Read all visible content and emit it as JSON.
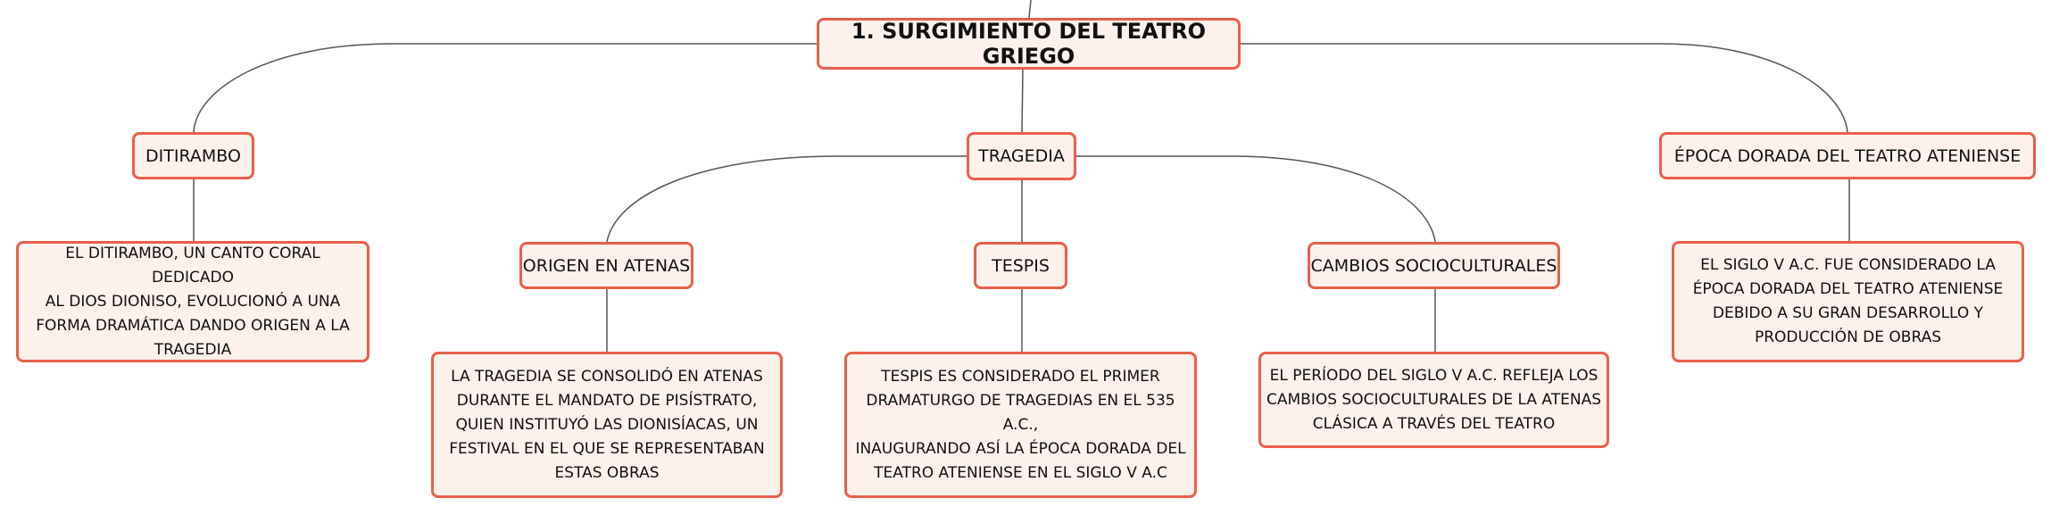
{
  "root": {
    "label": "1. SURGIMIENTO DEL TEATRO GRIEGO"
  },
  "topics": {
    "ditirambo": {
      "label": "DITIRAMBO",
      "description": "EL DITIRAMBO, UN CANTO CORAL DEDICADO\nAL DIOS DIONISO, EVOLUCIONÓ A UNA\nFORMA DRAMÁTICA DANDO ORIGEN A LA\nTRAGEDIA"
    },
    "tragedia": {
      "label": "TRAGEDIA",
      "subtopics": [
        {
          "label": "ORIGEN EN ATENAS",
          "description": "LA TRAGEDIA SE CONSOLIDÓ EN ATENAS\nDURANTE EL MANDATO DE PISÍSTRATO,\nQUIEN INSTITUYÓ LAS DIONISÍACAS, UN\nFESTIVAL EN EL QUE SE REPRESENTABAN\nESTAS OBRAS"
        },
        {
          "label": "TESPIS",
          "description": "TESPIS ES CONSIDERADO EL PRIMER\nDRAMATURGO DE TRAGEDIAS EN EL 535 A.C.,\nINAUGURANDO ASÍ LA ÉPOCA DORADA DEL\nTEATRO ATENIENSE EN EL SIGLO V A.C"
        },
        {
          "label": "CAMBIOS SOCIOCULTURALES",
          "description": "EL PERÍODO DEL SIGLO V A.C. REFLEJA LOS\nCAMBIOS SOCIOCULTURALES DE LA ATENAS\nCLÁSICA A TRAVÉS DEL TEATRO"
        }
      ]
    },
    "epoca_dorada": {
      "label": "ÉPOCA DORADA DEL TEATRO ATENIENSE",
      "description": "EL SIGLO V A.C. FUE CONSIDERADO LA\nÉPOCA DORADA DEL TEATRO ATENIENSE\nDEBIDO A SU GRAN DESARROLLO Y\nPRODUCCIÓN DE OBRAS"
    }
  },
  "colors": {
    "node_border": "#ea5f4c",
    "node_fill": "#fdf1ec",
    "connector": "#555555"
  }
}
